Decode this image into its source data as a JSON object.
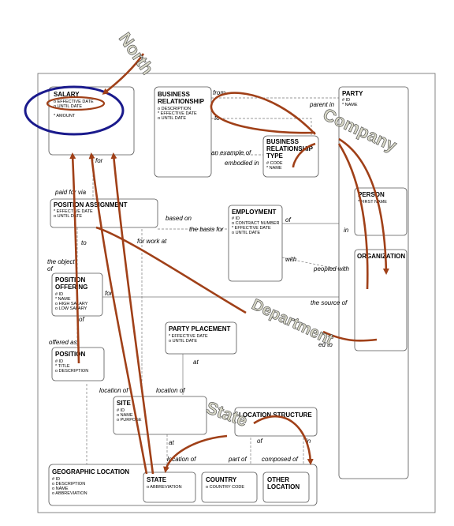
{
  "entities": {
    "salary": {
      "title": "SALARY",
      "attrs": [
        "EFFECTIVE DATE",
        "UNTIL DATE",
        "AMOUNT"
      ],
      "markers": [
        "o",
        "o",
        "*"
      ]
    },
    "business_relationship": {
      "title_lines": [
        "BUSINESS",
        "RELATIONSHIP"
      ],
      "attrs": [
        "DESCRIPTION",
        "EFFECTIVE DATE",
        "UNTIL DATE"
      ],
      "markers": [
        "o",
        "*",
        "o"
      ]
    },
    "party": {
      "title": "PARTY",
      "attrs": [
        "ID",
        "NAME"
      ],
      "markers": [
        "#",
        "*"
      ]
    },
    "business_relationship_type": {
      "title_lines": [
        "BUSINESS",
        "RELATIONSHIP",
        "TYPE"
      ],
      "attrs": [
        "CODE",
        "NAME"
      ],
      "markers": [
        "#",
        "*"
      ]
    },
    "person": {
      "title": "PERSON",
      "attrs": [
        "FIRST NAME"
      ],
      "markers": [
        "*"
      ]
    },
    "position_assignment": {
      "title": "POSITION ASSIGNMENT",
      "attrs": [
        "EFFECTIVE DATE",
        "UNTIL DATE"
      ],
      "markers": [
        "*",
        "o"
      ]
    },
    "employment": {
      "title": "EMPLOYMENT",
      "attrs": [
        "ID",
        "CONTRACT NUMBER",
        "EFFECTIVE DATE",
        "UNTIL DATE"
      ],
      "markers": [
        "#",
        "o",
        "*",
        "o"
      ]
    },
    "organization": {
      "title": "ORGANIZATION"
    },
    "position_offering": {
      "title_lines": [
        "POSITION",
        "OFFERING"
      ],
      "attrs": [
        "ID",
        "NAME",
        "HIGH SALARY",
        "LOW SALARY"
      ],
      "markers": [
        "#",
        "*",
        "o",
        "o"
      ]
    },
    "party_placement": {
      "title": "PARTY PLACEMENT",
      "attrs": [
        "EFFECTIVE DATE",
        "UNTIL DATE"
      ],
      "markers": [
        "*",
        "o"
      ]
    },
    "position": {
      "title": "POSITION",
      "attrs": [
        "ID",
        "TITLE",
        "DESCRIPTION"
      ],
      "markers": [
        "#",
        "*",
        "o"
      ]
    },
    "site": {
      "title": "SITE",
      "attrs": [
        "ID",
        "NAME",
        "PURPOSE"
      ],
      "markers": [
        "#",
        "o",
        "o"
      ]
    },
    "location_structure": {
      "title": "LOCATION STRUCTURE"
    },
    "geographic_location": {
      "title": "GEOGRAPHIC LOCATION",
      "attrs": [
        "ID",
        "DESCRIPTION",
        "NAME",
        "ABBREVIATION"
      ],
      "markers": [
        "#",
        "o",
        "o",
        "o"
      ]
    },
    "state": {
      "title": "STATE",
      "attrs": [
        "ABBREVIATION"
      ],
      "markers": [
        "o"
      ]
    },
    "country": {
      "title": "COUNTRY",
      "attrs": [
        "COUNTRY CODE"
      ],
      "markers": [
        "o"
      ]
    },
    "other_location": {
      "title_lines": [
        "OTHER",
        "LOCATION"
      ]
    }
  },
  "relationships": {
    "from": "from",
    "to": "to",
    "parent_in": "parent in",
    "an_example_of": "an example of",
    "embodied_in": "embodied in",
    "for_top": "for",
    "paid_for_via": "paid for via",
    "based_on": "based on",
    "the_basis_for": "the basis for",
    "of_emp": "of",
    "in_emp": "in",
    "with": "with",
    "peopled_with": "peopled with",
    "the_object_of": "the object",
    "of_obj": "of",
    "to_pa": "to",
    "for_work_at": "for work at",
    "for_po": "for",
    "the_source_of": "the source of",
    "of_po": "of",
    "offered_as": "offered as",
    "assigned_to": "ed to",
    "at_pp": "at",
    "location_of_1": "location of",
    "location_of_2": "location of",
    "at_site": "at",
    "location_of_3": "location of",
    "part_of": "part of",
    "of_ls": "of",
    "composed_of": "composed of",
    "in_ls": "in"
  },
  "labels_3d": {
    "north": "North",
    "company": "Company",
    "department": "Department",
    "state": "State"
  },
  "colors": {
    "arrow": "#a04018",
    "highlight_ring": "#1a1a8c",
    "highlight_oval": "#a04018",
    "entity_border": "#555555"
  }
}
